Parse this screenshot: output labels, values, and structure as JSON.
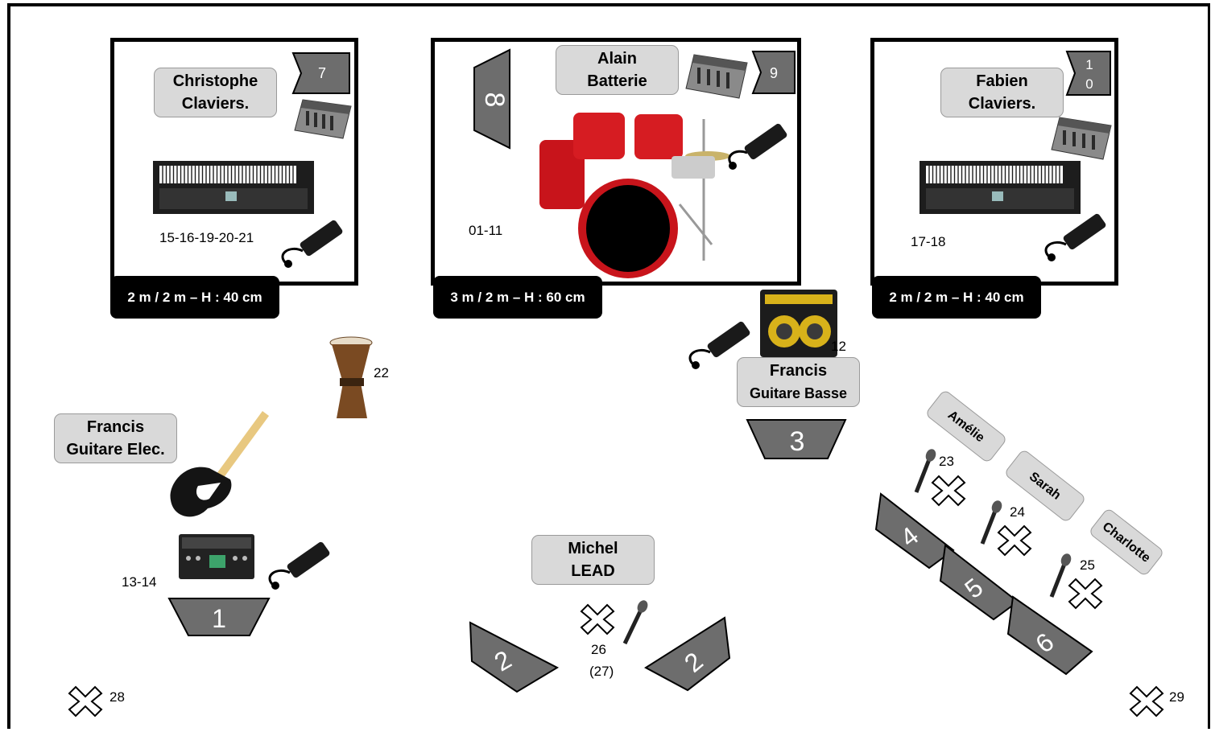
{
  "risers": [
    {
      "dims": "2 m / 2 m – H : 40 cm"
    },
    {
      "dims": "3 m / 2 m – H : 60 cm"
    },
    {
      "dims": "2 m / 2 m – H : 40 cm"
    }
  ],
  "musicians": {
    "christophe": {
      "line1": "Christophe",
      "line2": "Claviers."
    },
    "alain": {
      "line1": "Alain",
      "line2": "Batterie"
    },
    "fabien": {
      "line1": "Fabien",
      "line2": "Claviers."
    },
    "francis_bass": {
      "line1": "Francis",
      "line2": "Guitare Basse"
    },
    "francis_elec": {
      "line1": "Francis",
      "line2": "Guitare Elec."
    },
    "michel": {
      "line1": "Michel",
      "line2": "LEAD"
    },
    "amelie": "Amélie",
    "sarah": "Sarah",
    "charlotte": "Charlotte"
  },
  "inputs": {
    "keys_left": "15-16-19-20-21",
    "drums": "01-11",
    "keys_right": "17-18",
    "bass_amp": "12",
    "djembe": "22",
    "guitar": "13-14",
    "amelie_mic": "23",
    "sarah_mic": "24",
    "charlotte_mic": "25",
    "lead_mic": "26",
    "lead_mic_alt": "(27)",
    "mark_left": "28",
    "mark_right": "29"
  },
  "monitors": {
    "m1": "1",
    "m2a": "2",
    "m2b": "2",
    "m3": "3",
    "m4": "4",
    "m5": "5",
    "m6": "6",
    "m7": "7",
    "m8": "8",
    "m9": "9",
    "m10a": "1",
    "m10b": "0"
  },
  "colors": {
    "wedge": "#6d6d6d",
    "label_bg": "#d9d9d9",
    "drum_red": "#c8141b"
  }
}
